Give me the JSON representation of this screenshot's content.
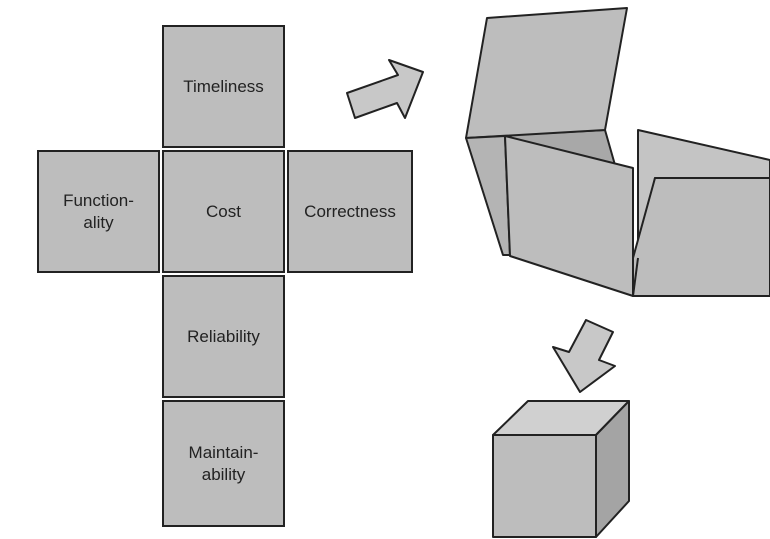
{
  "net": {
    "timeliness": "Timeliness",
    "functionality": "Function-\nality",
    "cost": "Cost",
    "correctness": "Correctness",
    "reliability": "Reliability",
    "maintainability": "Maintain-\nability"
  },
  "colors": {
    "face_fill": "#bdbdbd",
    "face_light": "#d0d0d0",
    "face_dark": "#a4a4a4",
    "stroke": "#222222"
  }
}
